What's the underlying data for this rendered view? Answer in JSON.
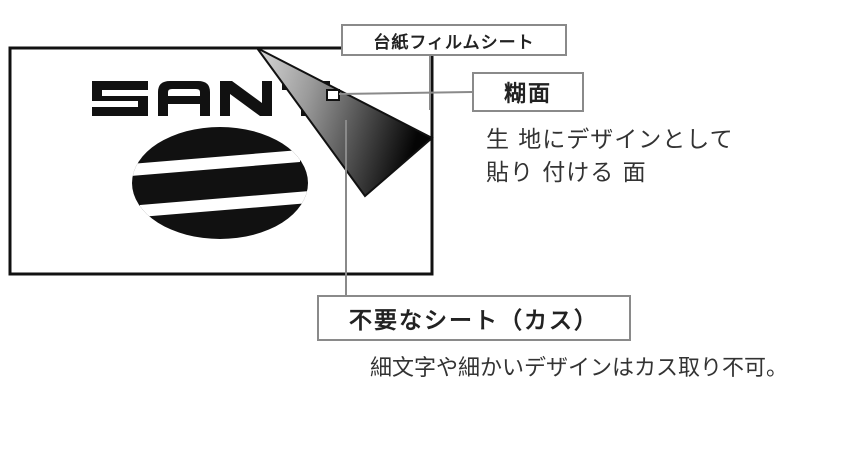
{
  "diagram": {
    "logo_text": "SANTO",
    "labels": {
      "film": "台紙フィルムシート",
      "glue_face": "糊面",
      "waste": "不要なシート（カス）"
    },
    "notes": {
      "glue_line1": "生 地にデザインとして",
      "glue_line2": "貼り 付ける 面",
      "waste": "細文字や細かいデザインはカス取り不可。"
    },
    "colors": {
      "frame": "#111111",
      "label_border": "#8a8a8a",
      "leader_line": "#8a8a8a",
      "peel_dark": "#111111",
      "peel_light": "#cfcfcf"
    }
  }
}
